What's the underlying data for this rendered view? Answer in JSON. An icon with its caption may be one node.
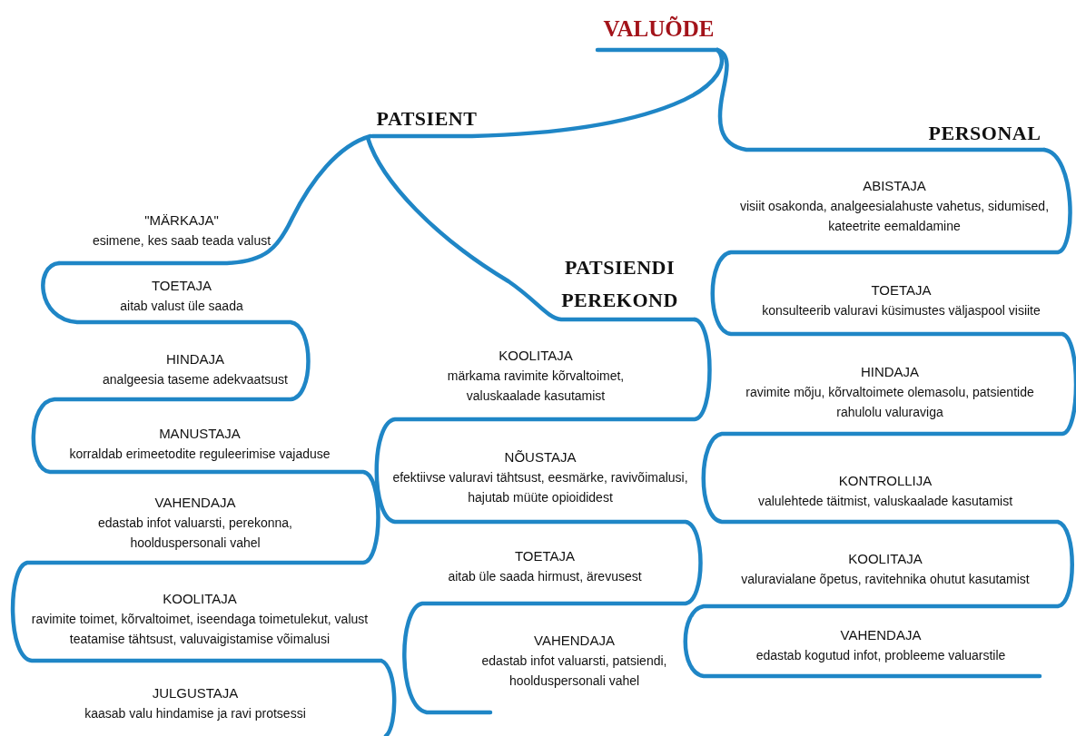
{
  "diagram": {
    "nodes": [
      {
        "text": [
          "VALUÕDE"
        ]
      },
      {
        "text": [
          "PATSIENT"
        ]
      },
      {
        "text": [
          "PERSONAL"
        ]
      },
      {
        "text": [
          "\"MÄRKAJA\"",
          "esimene, kes saab teada valust"
        ]
      },
      {
        "text": [
          "TOETAJA",
          "aitab valust üle saada"
        ]
      },
      {
        "text": [
          "HINDAJA",
          "analgeesia taseme adekvaatsust"
        ]
      },
      {
        "text": [
          "MANUSTAJA",
          "korraldab erimeetodite reguleerimise vajaduse"
        ]
      },
      {
        "text": [
          "VAHENDAJA",
          "edastab infot valuarsti, perekonna, hoolduspersonali vahel"
        ]
      },
      {
        "text": [
          "KOOLITAJA",
          "ravimite toimet, kõrvaltoimet, iseendaga toimetulekut, valust teatamise tähtsust, valuvaigistamise võimalusi"
        ]
      },
      {
        "text": [
          "JULGUSTAJA",
          "kaasab valu hindamise ja ravi protsessi"
        ]
      },
      {
        "text": [
          "PATSIENDI PEREKOND"
        ]
      },
      {
        "text": [
          "KOOLITAJA",
          "märkama ravimite kõrvaltoimet, valuskaalade kasutamist"
        ]
      },
      {
        "text": [
          "NÕUSTAJA",
          "efektiivse valuravi tähtsust, eesmärke, ravivõimalusi, hajutab müüte opioididest"
        ]
      },
      {
        "text": [
          "TOETAJA",
          "aitab üle saada hirmust, ärevusest"
        ]
      },
      {
        "text": [
          "VAHENDAJA",
          "edastab infot valuarsti, patsiendi, hoolduspersonali vahel"
        ]
      },
      {
        "text": [
          "ABISTAJA",
          "visiit osakonda, analgeesialahuste vahetus, sidumised, kateetrite eemaldamine"
        ]
      },
      {
        "text": [
          "TOETAJA",
          "konsulteerib valuravi küsimustes väljaspool visiite"
        ]
      },
      {
        "text": [
          "HINDAJA",
          "ravimite mõju, kõrvaltoimete olemasolu, patsientide rahulolu valuraviga"
        ]
      },
      {
        "text": [
          "KONTROLLIJA",
          "valulehtede täitmist, valuskaalade kasutamist"
        ]
      },
      {
        "text": [
          "KOOLITAJA",
          "valuravialane õpetus, ravitehnika ohutut kasutamist"
        ]
      },
      {
        "text": [
          "VAHENDAJA",
          "edastab kogutud infot, probleeme valuarstile"
        ]
      }
    ],
    "edges": [
      {
        "from": 0,
        "to": 1,
        "arrow": "none"
      },
      {
        "from": 0,
        "to": 2,
        "arrow": "none"
      },
      {
        "from": 1,
        "to": 3,
        "arrow": "none"
      },
      {
        "from": 1,
        "to": 10,
        "arrow": "none"
      }
    ]
  }
}
